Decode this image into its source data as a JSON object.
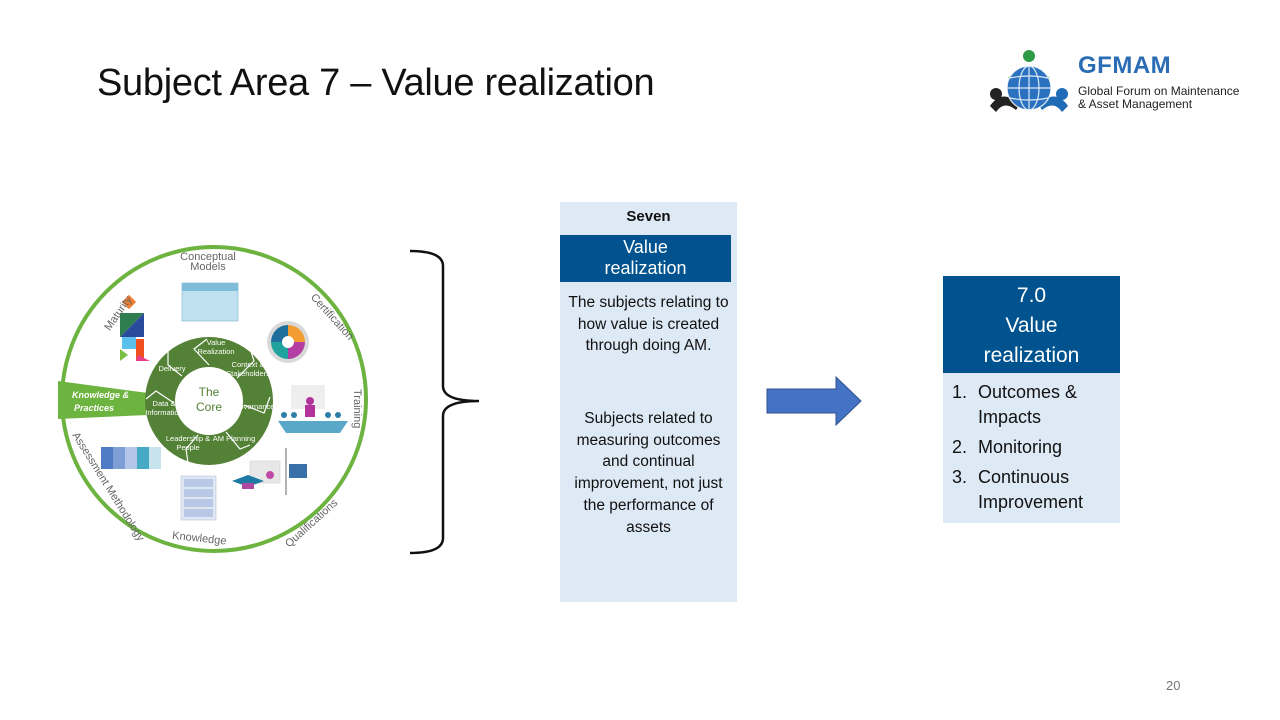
{
  "slide": {
    "title": "Subject Area 7 – Value realization",
    "page_number": "20"
  },
  "logo": {
    "name": "GFMAM",
    "subtitle_line1": "Global Forum on Maintenance",
    "subtitle_line2": "& Asset Management",
    "icon": "globe-with-people-icon"
  },
  "wheel": {
    "center_label_line1": "The",
    "center_label_line2": "Core",
    "core_segments": [
      {
        "line1": "Value",
        "line2": "Realization"
      },
      {
        "line1": "Context &",
        "line2": "Stakeholders"
      },
      {
        "line1": "Governance",
        "line2": ""
      },
      {
        "line1": "AM Planning",
        "line2": ""
      },
      {
        "line1": "Leadership &",
        "line2": "People"
      },
      {
        "line1": "Data &",
        "line2": "Information"
      },
      {
        "line1": "Delivery",
        "line2": ""
      }
    ],
    "outer_labels": {
      "conceptual_models_1": "Conceptual",
      "conceptual_models_2": "Models",
      "certification": "Certification",
      "training": "Training",
      "qualifications": "Qualifications",
      "knowledge": "Knowledge",
      "assessment_methodology": "Assessment Methodology",
      "maturity": "Maturity"
    },
    "highlight_tab_line1": "Knowledge &",
    "highlight_tab_line2": "Practices",
    "colors": {
      "ring": "#6db33f",
      "core": "#538135",
      "tab": "#6db33f"
    }
  },
  "middle_column": {
    "heading": "Seven",
    "banner_line1": "Value",
    "banner_line2": "realization",
    "paragraph1": "The subjects relating to how value is created through doing AM.",
    "paragraph2": "Subjects related to measuring outcomes and continual improvement, not just the performance of assets"
  },
  "right_box": {
    "banner_line1": "7.0",
    "banner_line2": "Value",
    "banner_line3": "realization",
    "items": [
      {
        "num": "1.",
        "text": "Outcomes & Impacts"
      },
      {
        "num": "2.",
        "text": "Monitoring"
      },
      {
        "num": "3.",
        "text": "Continuous Improvement"
      }
    ]
  },
  "colors": {
    "banner": "#00538e",
    "panel": "#dde9f5",
    "arrow": "#4472c4"
  }
}
